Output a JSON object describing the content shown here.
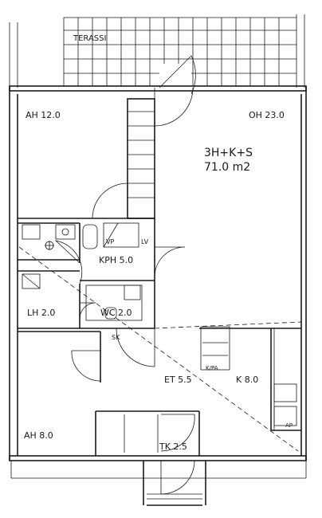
{
  "rooms": {
    "terrace": "TERASSI",
    "bedroom_1": "AH  12.0",
    "living_room": "OH  23.0",
    "apartment_type": "3H+K+S",
    "apartment_area": "71.0  m2",
    "bathroom": "KPH  5.0",
    "vp": "VP",
    "lv": "LV",
    "linen_closet": "LH  2.0",
    "wc": "WC  2.0",
    "sk": "SK",
    "kpa": "K/PA",
    "hall": "ET  5.5",
    "kitchen": "K  8.0",
    "bedroom_2": "AH  8.0",
    "closet": "TK  2.5",
    "ap": "AP"
  }
}
